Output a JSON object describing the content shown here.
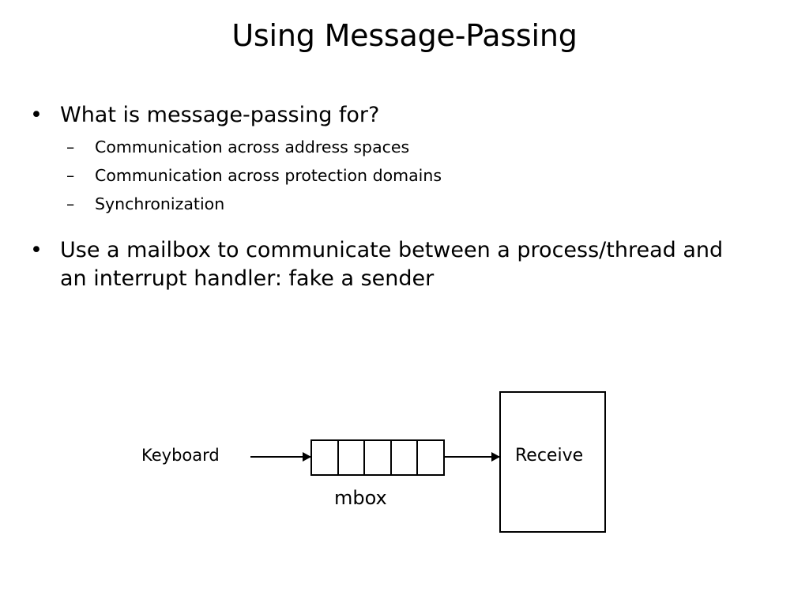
{
  "slide": {
    "title": "Using Message-Passing",
    "background_color": "#ffffff",
    "text_color": "#000000"
  },
  "content": {
    "bullets": [
      {
        "level": 1,
        "marker": "•",
        "text": "What is message-passing for?"
      },
      {
        "level": 2,
        "marker": "–",
        "text": "Communication across address spaces"
      },
      {
        "level": 2,
        "marker": "–",
        "text": "Communication across protection domains"
      },
      {
        "level": 2,
        "marker": "–",
        "text": "Synchronization"
      },
      {
        "level": 1,
        "marker": "•",
        "text": "Use a mailbox to communicate between a process/thread and an interrupt handler: fake a sender"
      }
    ]
  },
  "diagram": {
    "type": "message-passing-mailbox",
    "source_label": "Keyboard",
    "queue_label": "mbox",
    "queue_cell_count": 5,
    "queue_cells": [
      "",
      "",
      "",
      "",
      ""
    ],
    "destination_label": "Receive",
    "arrows": [
      {
        "name": "keyboard-to-mbox",
        "from": "Keyboard",
        "to": "mbox",
        "direction": "right"
      },
      {
        "name": "mbox-to-receive",
        "from": "mbox",
        "to": "Receive",
        "direction": "right"
      }
    ],
    "stroke_color": "#000000"
  }
}
